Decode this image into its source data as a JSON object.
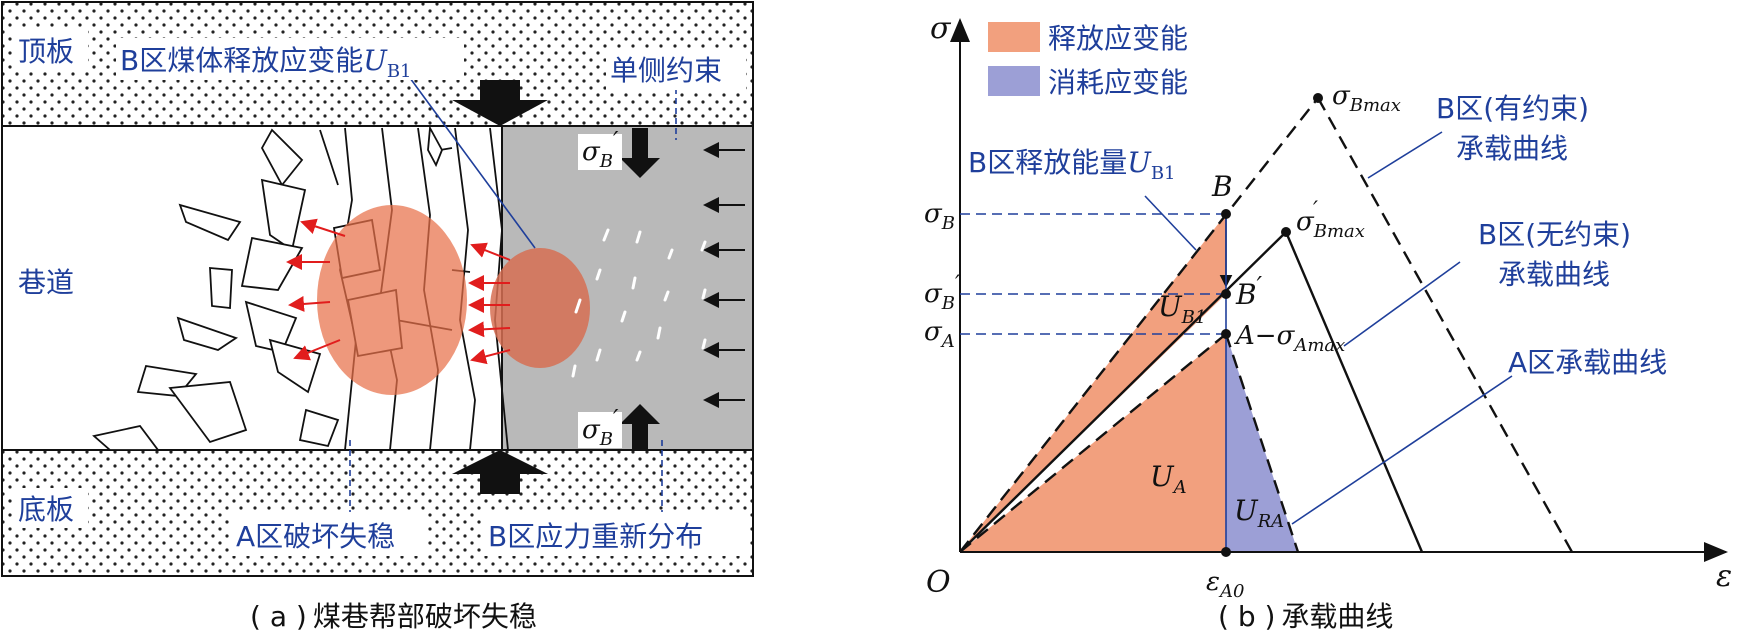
{
  "panel_a": {
    "caption_prefix": "( a )",
    "caption_text": "煤巷帮部破坏失稳",
    "roof": "顶板",
    "floor": "底板",
    "roadway": "巷道",
    "release_label": "B区煤体释放应变能",
    "release_symbol": "U",
    "release_sub": "B1",
    "unilateral": "单侧约束",
    "zone_a": "A区破坏失稳",
    "zone_b": "B区应力重新分布",
    "sigma": "σ",
    "sigma_sub": "B",
    "prime": "′"
  },
  "panel_b": {
    "caption_prefix": "( b )",
    "caption_text": "承载曲线",
    "legend": [
      {
        "label": "释放应变能",
        "color": "#f2a07e"
      },
      {
        "label": "消耗应变能",
        "color": "#9c9fd6"
      }
    ],
    "axis_y": "σ",
    "axis_x": "ε",
    "origin": "O",
    "ticks_y": {
      "sigma": "σ",
      "b_sub": "B",
      "a_sub": "A",
      "prime": "′"
    },
    "eps_sub": "A0",
    "points": {
      "B": "B",
      "Bp": "B",
      "A": "A",
      "prime": "′",
      "sigma_bmax_sub": "Bmax",
      "sigma_amax_sub": "Amax",
      "dash": "−"
    },
    "annotations": {
      "release_energy": "B区释放能量",
      "u": "U",
      "ub1_sub": "B1",
      "ua_sub": "A",
      "ura_sub": "RA",
      "b_constrained_1": "B区(有约束)",
      "b_constrained_2": "承载曲线",
      "b_unconstrained_1": "B区(无约束)",
      "b_unconstrained_2": "承载曲线",
      "a_curve": "A区承载曲线"
    }
  },
  "colors": {
    "blue_text": "#1f3f9b",
    "release": "#f2a07e",
    "consume": "#9c9fd6",
    "gray_zone": "#b9b9b9",
    "red_arrow": "#e11d1d"
  }
}
